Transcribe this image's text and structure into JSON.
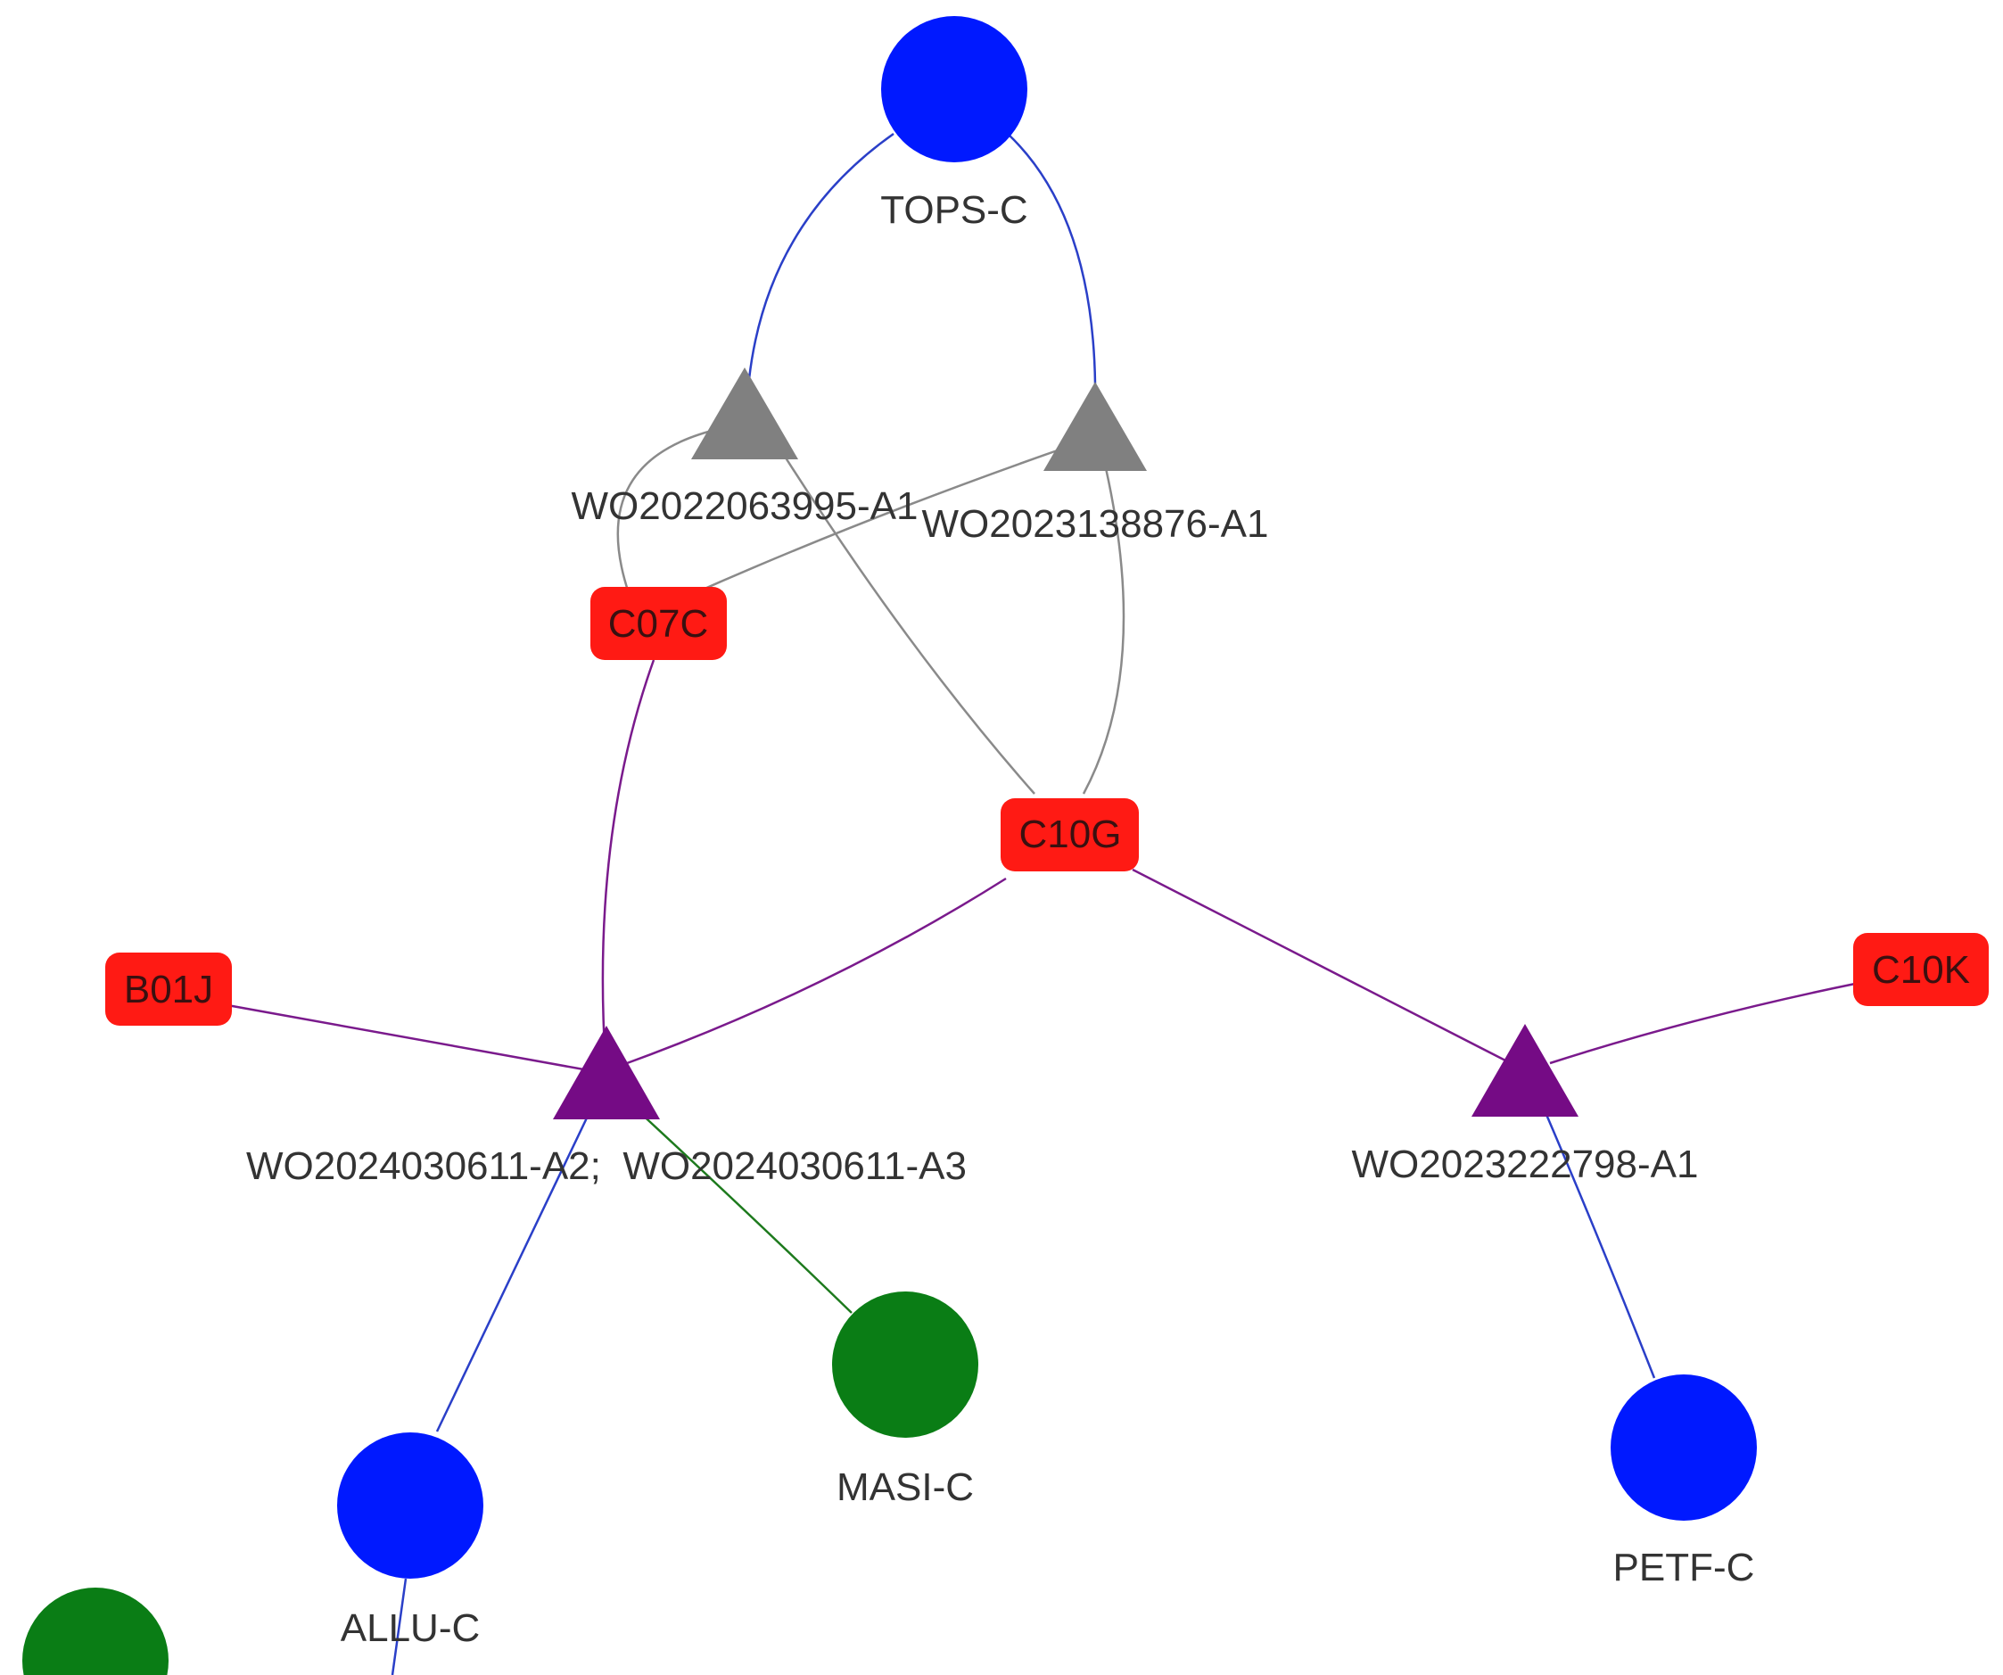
{
  "colors": {
    "blue": "#0019ff",
    "green": "#0a7d15",
    "gray": "#808080",
    "purple": "#750b85",
    "red": "#ff1a14",
    "edge_blue": "#2a3fc8",
    "edge_gray": "#8a8a8a",
    "edge_purple": "#7a1a8c",
    "edge_green": "#1d7a1d"
  },
  "nodes": {
    "tops": {
      "label": "TOPS-C",
      "shape": "circle",
      "color": "blue"
    },
    "allu": {
      "label": "ALLU-C",
      "shape": "circle",
      "color": "blue"
    },
    "petf": {
      "label": "PETF-C",
      "shape": "circle",
      "color": "blue"
    },
    "masi": {
      "label": "MASI-C",
      "shape": "circle",
      "color": "green"
    },
    "corner_green": {
      "label": "",
      "shape": "circle",
      "color": "green"
    },
    "wo2022063995": {
      "label": "WO2022063995-A1",
      "shape": "triangle",
      "color": "gray"
    },
    "wo2023138876": {
      "label": "WO2023138876-A1",
      "shape": "triangle",
      "color": "gray"
    },
    "wo2024030611": {
      "label": "WO2024030611-A2;  WO2024030611-A3",
      "shape": "triangle",
      "color": "purple"
    },
    "wo2023222798": {
      "label": "WO2023222798-A1",
      "shape": "triangle",
      "color": "purple"
    },
    "c07c": {
      "label": "C07C",
      "shape": "rounded-rect",
      "color": "red"
    },
    "c10g": {
      "label": "C10G",
      "shape": "rounded-rect",
      "color": "red"
    },
    "b01j": {
      "label": "B01J",
      "shape": "rounded-rect",
      "color": "red"
    },
    "c10k": {
      "label": "C10K",
      "shape": "rounded-rect",
      "color": "red"
    }
  },
  "edges": [
    {
      "from": "tops",
      "to": "wo2022063995",
      "color": "edge_blue"
    },
    {
      "from": "tops",
      "to": "wo2023138876",
      "color": "edge_blue"
    },
    {
      "from": "wo2022063995",
      "to": "c07c",
      "color": "edge_gray"
    },
    {
      "from": "wo2022063995",
      "to": "c10g",
      "color": "edge_gray"
    },
    {
      "from": "wo2023138876",
      "to": "c07c",
      "color": "edge_gray"
    },
    {
      "from": "wo2023138876",
      "to": "c10g",
      "color": "edge_gray"
    },
    {
      "from": "c07c",
      "to": "wo2024030611",
      "color": "edge_purple"
    },
    {
      "from": "c10g",
      "to": "wo2024030611",
      "color": "edge_purple"
    },
    {
      "from": "b01j",
      "to": "wo2024030611",
      "color": "edge_purple"
    },
    {
      "from": "c10g",
      "to": "wo2023222798",
      "color": "edge_purple"
    },
    {
      "from": "c10k",
      "to": "wo2023222798",
      "color": "edge_purple"
    },
    {
      "from": "wo2024030611",
      "to": "allu",
      "color": "edge_blue"
    },
    {
      "from": "wo2024030611",
      "to": "masi",
      "color": "edge_green"
    },
    {
      "from": "wo2023222798",
      "to": "petf",
      "color": "edge_blue"
    },
    {
      "from": "allu",
      "to": "offscreen",
      "color": "edge_blue"
    }
  ]
}
